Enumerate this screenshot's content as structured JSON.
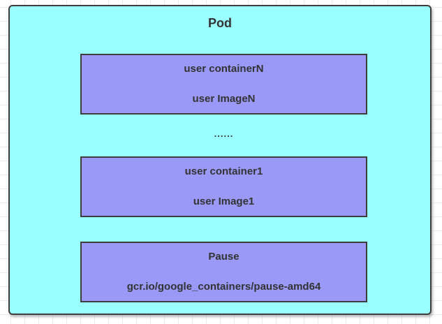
{
  "diagram": {
    "pod": {
      "title": "Pod",
      "ellipsis": "......",
      "containers": [
        {
          "name": "user containerN",
          "image": "user ImageN"
        },
        {
          "name": "user container1",
          "image": "user Image1"
        },
        {
          "name": "Pause",
          "image": "gcr.io/google_containers/pause-amd64"
        }
      ]
    },
    "colors": {
      "canvas_bg": "#ffffff",
      "grid_line": "#ebebeb",
      "pod_fill": "#99ffff",
      "container_fill": "#9a99f8",
      "border": "#3d3d3d",
      "text": "#333333"
    }
  }
}
